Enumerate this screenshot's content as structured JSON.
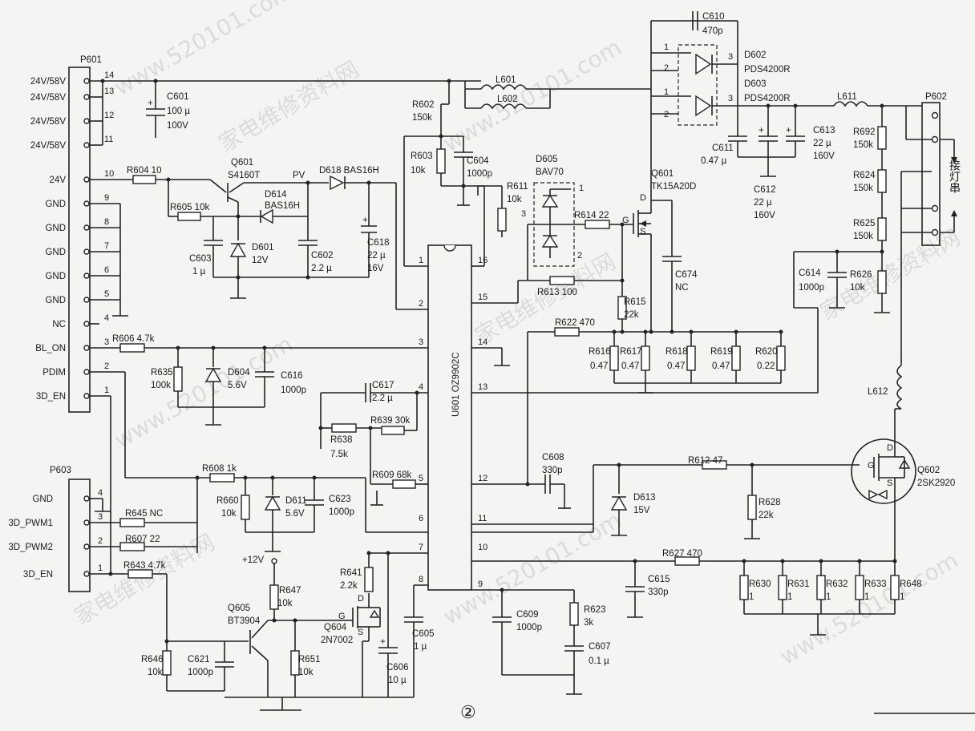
{
  "connectors": {
    "p601": {
      "title": "P601",
      "pins": [
        {
          "n": "14",
          "sig": "24V/58V"
        },
        {
          "n": "13",
          "sig": "24V/58V"
        },
        {
          "n": "12",
          "sig": "24V/58V"
        },
        {
          "n": "11",
          "sig": "24V/58V"
        },
        {
          "n": "10",
          "sig": "24V"
        },
        {
          "n": "9",
          "sig": "GND"
        },
        {
          "n": "8",
          "sig": "GND"
        },
        {
          "n": "7",
          "sig": "GND"
        },
        {
          "n": "6",
          "sig": "GND"
        },
        {
          "n": "5",
          "sig": "GND"
        },
        {
          "n": "4",
          "sig": "NC"
        },
        {
          "n": "3",
          "sig": "BL_ON"
        },
        {
          "n": "2",
          "sig": "PDIM"
        },
        {
          "n": "1",
          "sig": "3D_EN"
        }
      ]
    },
    "p603": {
      "title": "P603",
      "pins": [
        {
          "n": "4",
          "sig": "GND"
        },
        {
          "n": "3",
          "sig": "3D_PWM1"
        },
        {
          "n": "2",
          "sig": "3D_PWM2"
        },
        {
          "n": "1",
          "sig": "3D_EN"
        }
      ]
    },
    "p602": {
      "title": "P602",
      "note": "接灯串"
    }
  },
  "ic": {
    "ref": "U601",
    "part": "OZ9902C",
    "pins_left": [
      "1",
      "2",
      "3",
      "4",
      "5",
      "6",
      "7",
      "8"
    ],
    "pins_right": [
      "16",
      "15",
      "14",
      "13",
      "12",
      "11",
      "10",
      "9"
    ]
  },
  "parts": {
    "c601": "C601",
    "c601v": "100 µ",
    "c601u": "100V",
    "r604": "R604  10",
    "q601a": "Q601",
    "q601a_p": "S4160T",
    "pv": "PV",
    "d618": "D618  BAS16H",
    "d614": "D614",
    "d614p": "BAS16H",
    "r605": "R605  10k",
    "c603": "C603",
    "c603v": "1 µ",
    "d601": "D601",
    "d601v": "12V",
    "c602": "C602",
    "c602v": "2.2 µ",
    "c618": "C618",
    "c618v": "22 µ",
    "c618u": "16V",
    "r606": "R606  4.7k",
    "r635": "R635",
    "r635v": "100k",
    "d604": "D604",
    "d604v": "5.6V",
    "c616": "C616",
    "c616v": "1000p",
    "r608": "R608  1k",
    "r660": "R660",
    "r660v": "10k",
    "d611": "D611",
    "d611v": "5.6V",
    "c623": "C623",
    "c623v": "1000p",
    "r645": "R645  NC",
    "r607": "R607  22",
    "r643": "R643  4.7k",
    "v12": "+12V",
    "r647": "R647",
    "r647v": "10k",
    "q605": "Q605",
    "q605p": "BT3904",
    "r646": "R646",
    "r646v": "10k",
    "c621": "C621",
    "c621v": "1000p",
    "r651": "R651",
    "r651v": "10k",
    "r641": "R641",
    "r641v": "2.2k",
    "q604": "Q604",
    "q604p": "2N7002",
    "c606": "C606",
    "c606v": "10 µ",
    "c605": "C605",
    "c605v": "1 µ",
    "c617": "C617",
    "c617v": "2.2 µ",
    "r639": "R639  30k",
    "r638": "R638",
    "r638v": "7.5k",
    "r609": "R609  68k",
    "l601": "L601",
    "l602": "L602",
    "r602": "R602",
    "r602v": "150k",
    "r603": "R603",
    "r603v": "10k",
    "c604": "C604",
    "c604v": "1000p",
    "r611": "R611",
    "r611v": "10k",
    "d605": "D605",
    "d605p": "BAV70",
    "r614": "R614  22",
    "r613": "R613  100",
    "q601b": "Q601",
    "q601b_p": "TK15A20D",
    "c674": "C674",
    "c674v": "NC",
    "r615": "R615",
    "r615v": "22k",
    "r622": "R622  470",
    "r616": "R616",
    "r616v": "0.47",
    "r617": "R617",
    "r617v": "0.47",
    "r618": "R618",
    "r618v": "0.47",
    "r619": "R619",
    "r619v": "0.47",
    "r620": "R620",
    "r620v": "0.22",
    "c610": "C610",
    "c610v": "470p",
    "d602": "D602",
    "d602p": "PDS4200R",
    "d603": "D603",
    "d603p": "PDS4200R",
    "l611": "L611",
    "c611": "C611",
    "c611v": "0.47 µ",
    "c612": "C612",
    "c612v": "22 µ",
    "c612u": "160V",
    "c613": "C613",
    "c613v": "22 µ",
    "c613u": "160V",
    "r692": "R692",
    "r692v": "150k",
    "r624": "R624",
    "r624v": "150k",
    "r625": "R625",
    "r625v": "150k",
    "c614": "C614",
    "c614v": "1000p",
    "r626": "R626",
    "r626v": "10k",
    "l612": "L612",
    "q602": "Q602",
    "q602p": "2SK2920",
    "c608": "C608",
    "c608v": "330p",
    "d613": "D613",
    "d613v": "15V",
    "r612": "R612  47",
    "r628": "R628",
    "r628v": "22k",
    "r627": "R627  470",
    "c615": "C615",
    "c615v": "330p",
    "r630": "R630",
    "r630v": "1",
    "r631": "R631",
    "r631v": "1",
    "r632": "R632",
    "r632v": "1",
    "r633": "R633",
    "r633v": "1",
    "r648": "R648",
    "r648v": "1",
    "c609": "C609",
    "c609v": "1000p",
    "r623": "R623",
    "r623v": "3k",
    "c607": "C607",
    "c607v": "0.1 µ"
  },
  "page_mark": "②",
  "watermark": {
    "text_cn": "家电维修资料网",
    "text_url": "www.520101.com"
  }
}
